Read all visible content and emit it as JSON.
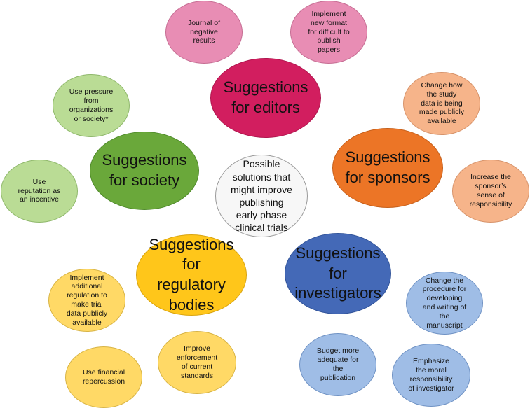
{
  "center": "Possible\nsolutions that\nmight improve\npublishing\nearly phase\nclinical trials",
  "hubs": {
    "editors": "Suggestions\nfor editors",
    "sponsors": "Suggestions\nfor sponsors",
    "society": "Suggestions\nfor society",
    "regulatory": "Suggestions\nfor\nregulatory\nbodies",
    "investigators": "Suggestions\nfor\ninvestigators"
  },
  "editors_items": [
    "Journal of\nnegative\nresults",
    "Implement\nnew format\nfor difficult to\npublish\npapers"
  ],
  "sponsors_items": [
    "Change how\nthe study\ndata is being\nmade publicly\navailable",
    "Increase the\nsponsor’s\nsense of\nresponsibility"
  ],
  "society_items": [
    "Use pressure\nfrom\norganizations\nor society*",
    "Use\nreputation as\nan incentive"
  ],
  "regulatory_items": [
    "Implement\nadditional\nregulation to\nmake trial\ndata publicly\navailable",
    "Use financial\nrepercussion",
    "Improve\nenforcement\nof current\nstandards"
  ],
  "investigators_items": [
    "Change the\nprocedure for\ndeveloping\nand writing of\nthe\nmanuscript",
    "Budget more\nadequate for\nthe\npublication",
    "Emphasize\nthe moral\nresponsibility\nof investigator"
  ],
  "colors": {
    "editors": "#d21e5f",
    "sponsors": "#ec7526",
    "society": "#6aa83a",
    "regulatory": "#ffc61a",
    "investigators": "#4469b7"
  }
}
